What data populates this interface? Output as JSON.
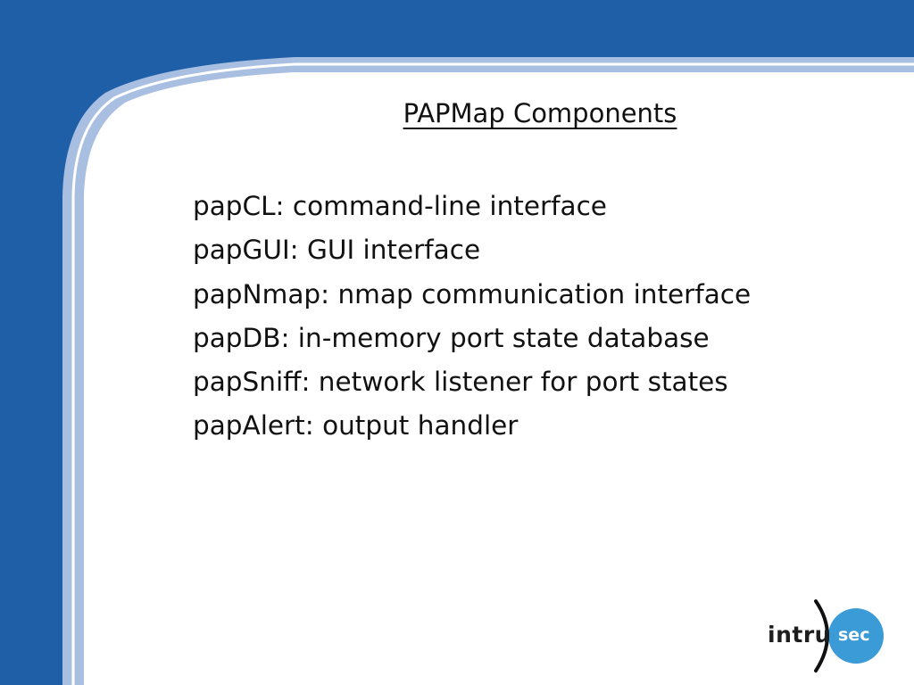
{
  "slide": {
    "title": "PAPMap Components",
    "items": [
      "papCL: command-line interface",
      "papGUI: GUI interface",
      "papNmap: nmap communication interface",
      "papDB: in-memory port state database",
      "papSniff: network listener for port states",
      "papAlert: output handler"
    ]
  },
  "logo": {
    "left_text": "intru",
    "right_text": "sec"
  },
  "colors": {
    "frame_blue": "#1e5fa8",
    "frame_light_blue": "#a9bfe2",
    "logo_circle": "#3b9bd6",
    "text": "#111111"
  }
}
